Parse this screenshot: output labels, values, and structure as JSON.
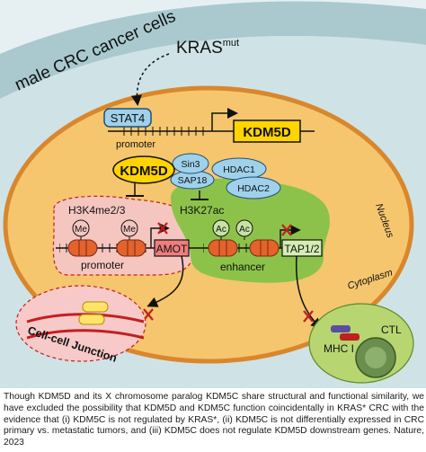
{
  "diagram": {
    "cell_label": "male CRC cancer cells",
    "kras_label": "KRAS",
    "kras_superscript": "mut",
    "stat4_label": "STAT4",
    "promoter_top_label": "promoter",
    "kdm5d_top_label": "KDM5D",
    "kdm5d_complex_label": "KDM5D",
    "sin3_label": "Sin3",
    "sap18_label": "SAP18",
    "hdac1_label": "HDAC1",
    "hdac2_label": "HDAC2",
    "nucleus_label": "Nucleus",
    "h3k4_label": "H3K4me2/3",
    "h3k27_label": "H3K27ac",
    "me_label": "Me",
    "ac_label": "Ac",
    "amot_label": "AMOT",
    "promoter_bottom_label": "promoter",
    "enhancer_label": "enhancer",
    "tap_label": "TAP1/2",
    "junction_label": "Cell-cell Junction",
    "cytoplasm_label": "Cytoplasm",
    "mhc_label": "MHC I",
    "ctl_label": "CTL",
    "colors": {
      "cell_membrane": "#a9c9cf",
      "nucleus_fill": "#f5c66e",
      "nucleus_border": "#d9872c",
      "kdm5d_box": "#ffd400",
      "kdm5d_complex": "#ffd400",
      "h3k27_blob": "#8cc24a",
      "h3k4_blob": "#f5c6c0",
      "hdac": "#9fd1ea",
      "amot_box": "#f07d7d",
      "tap_box": "#d5edb3",
      "repression_x": "#c0201f",
      "junction_zone": "#f7c9c9",
      "ctl_zone": "#b7d672"
    }
  },
  "caption": "Though KDM5D and its X chromosome paralog KDM5C share structural and functional similarity, we have excluded the possibility that KDM5D and KDM5C function coincidentally in KRAS* CRC with the evidence that (i) KDM5C is not regulated by KRAS*, (ii) KDM5C is not differentially expressed in CRC primary vs. metastatic tumors, and (iii) KDM5C does not regulate KDM5D downstream genes. Nature, 2023"
}
